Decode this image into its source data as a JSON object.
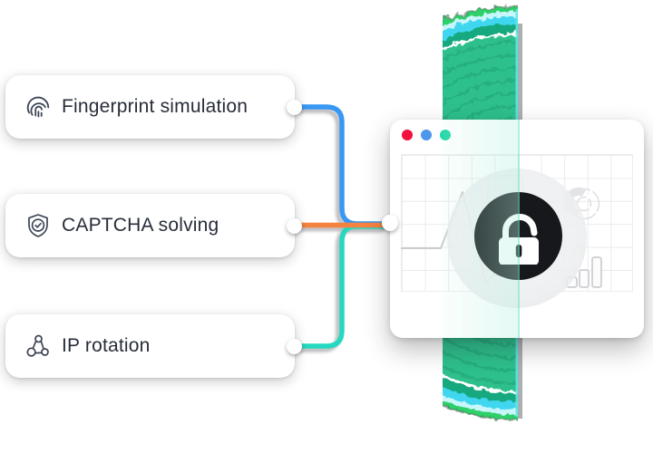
{
  "features": {
    "items": [
      {
        "label": "Fingerprint simulation",
        "icon": "fingerprint-icon",
        "line_color": "#3898f3"
      },
      {
        "label": "CAPTCHA solving",
        "icon": "shield-check-icon",
        "line_color": "#f6823f"
      },
      {
        "label": "IP rotation",
        "icon": "ip-rotation-icon",
        "line_color": "#25d9c0"
      }
    ]
  },
  "browser_window": {
    "traffic_dots": [
      "#f1113c",
      "#4d96ed",
      "#21d6a6"
    ],
    "center_icon": "unlocked-padlock-icon",
    "decorations": [
      "line-chart",
      "donut-chart",
      "bar-chart",
      "grid-paper"
    ]
  },
  "fingerprint_graphic": {
    "palette": [
      "#2ec08c",
      "#13a87e",
      "#41d6f0",
      "#c9f6fb",
      "#2fd06b"
    ],
    "cut_edge_color": "#5ae8e4"
  },
  "colors": {
    "card_text": "#272d3a",
    "icon_stroke": "#3c4454",
    "lock_circle": "#16181b",
    "chart_gray": "#cacccd"
  }
}
